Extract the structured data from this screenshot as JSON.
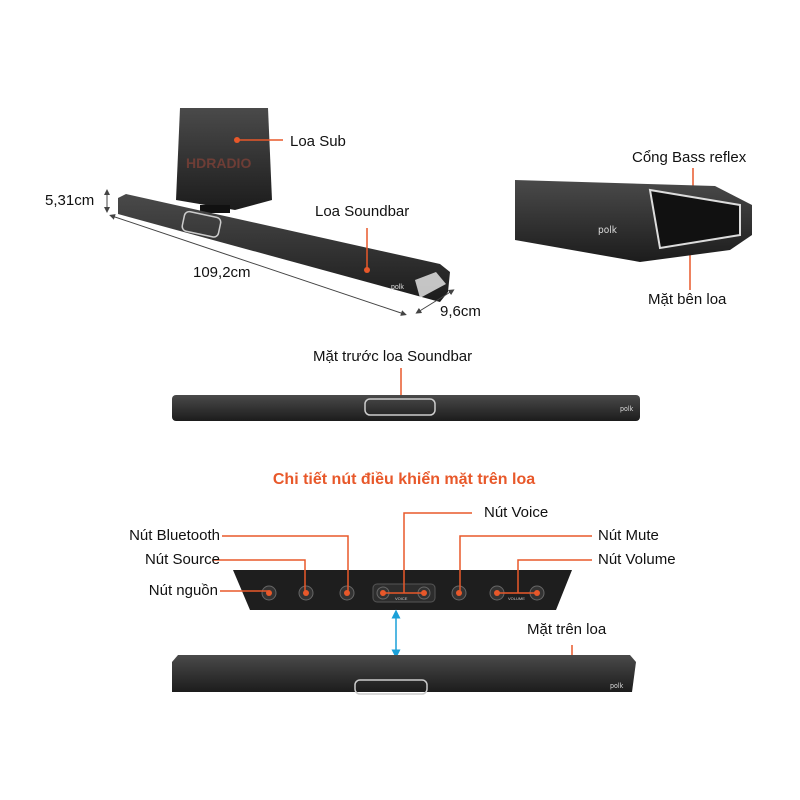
{
  "colors": {
    "accent": "#e8582a",
    "arrow_blue": "#1aa0d8",
    "product": "#2a2a2a"
  },
  "top_left": {
    "sub_label": "Loa Sub",
    "soundbar_label": "Loa Soundbar",
    "height_dim": "5,31cm",
    "length_dim": "109,2cm",
    "depth_dim": "9,6cm",
    "watermark": "HDRADIO",
    "brand": "polk"
  },
  "top_right": {
    "bass_reflex_label": "Cổng Bass reflex",
    "side_label": "Mặt bên loa",
    "brand": "polk"
  },
  "front": {
    "label": "Mặt trước loa Soundbar",
    "brand": "polk"
  },
  "controls": {
    "title": "Chi tiết nút điều khiển mặt trên loa",
    "bluetooth": "Nút Bluetooth",
    "source": "Nút Source",
    "power": "Nút nguồn",
    "voice": "Nút Voice",
    "mute": "Nút Mute",
    "volume": "Nút Volume",
    "voice_caption": "VOICE",
    "volume_caption": "VOLUME",
    "top_label": "Mặt trên loa"
  }
}
